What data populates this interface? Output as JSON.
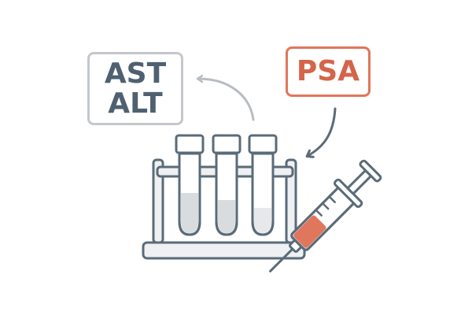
{
  "labels": {
    "liver_panel": [
      "AST",
      "ALT"
    ],
    "psa": "PSA"
  },
  "icons": {
    "rack": "test-tube-rack-icon",
    "tubes": "test-tube-icon",
    "syringe": "syringe-icon",
    "arrow_to_liver": "curved-arrow-icon",
    "arrow_from_psa": "curved-arrow-icon"
  },
  "colors": {
    "outline": "#5a6b78",
    "accent": "#e0765c",
    "muted": "#c4c8cc",
    "fill": "#d9dcdf",
    "background": "#ffffff"
  }
}
